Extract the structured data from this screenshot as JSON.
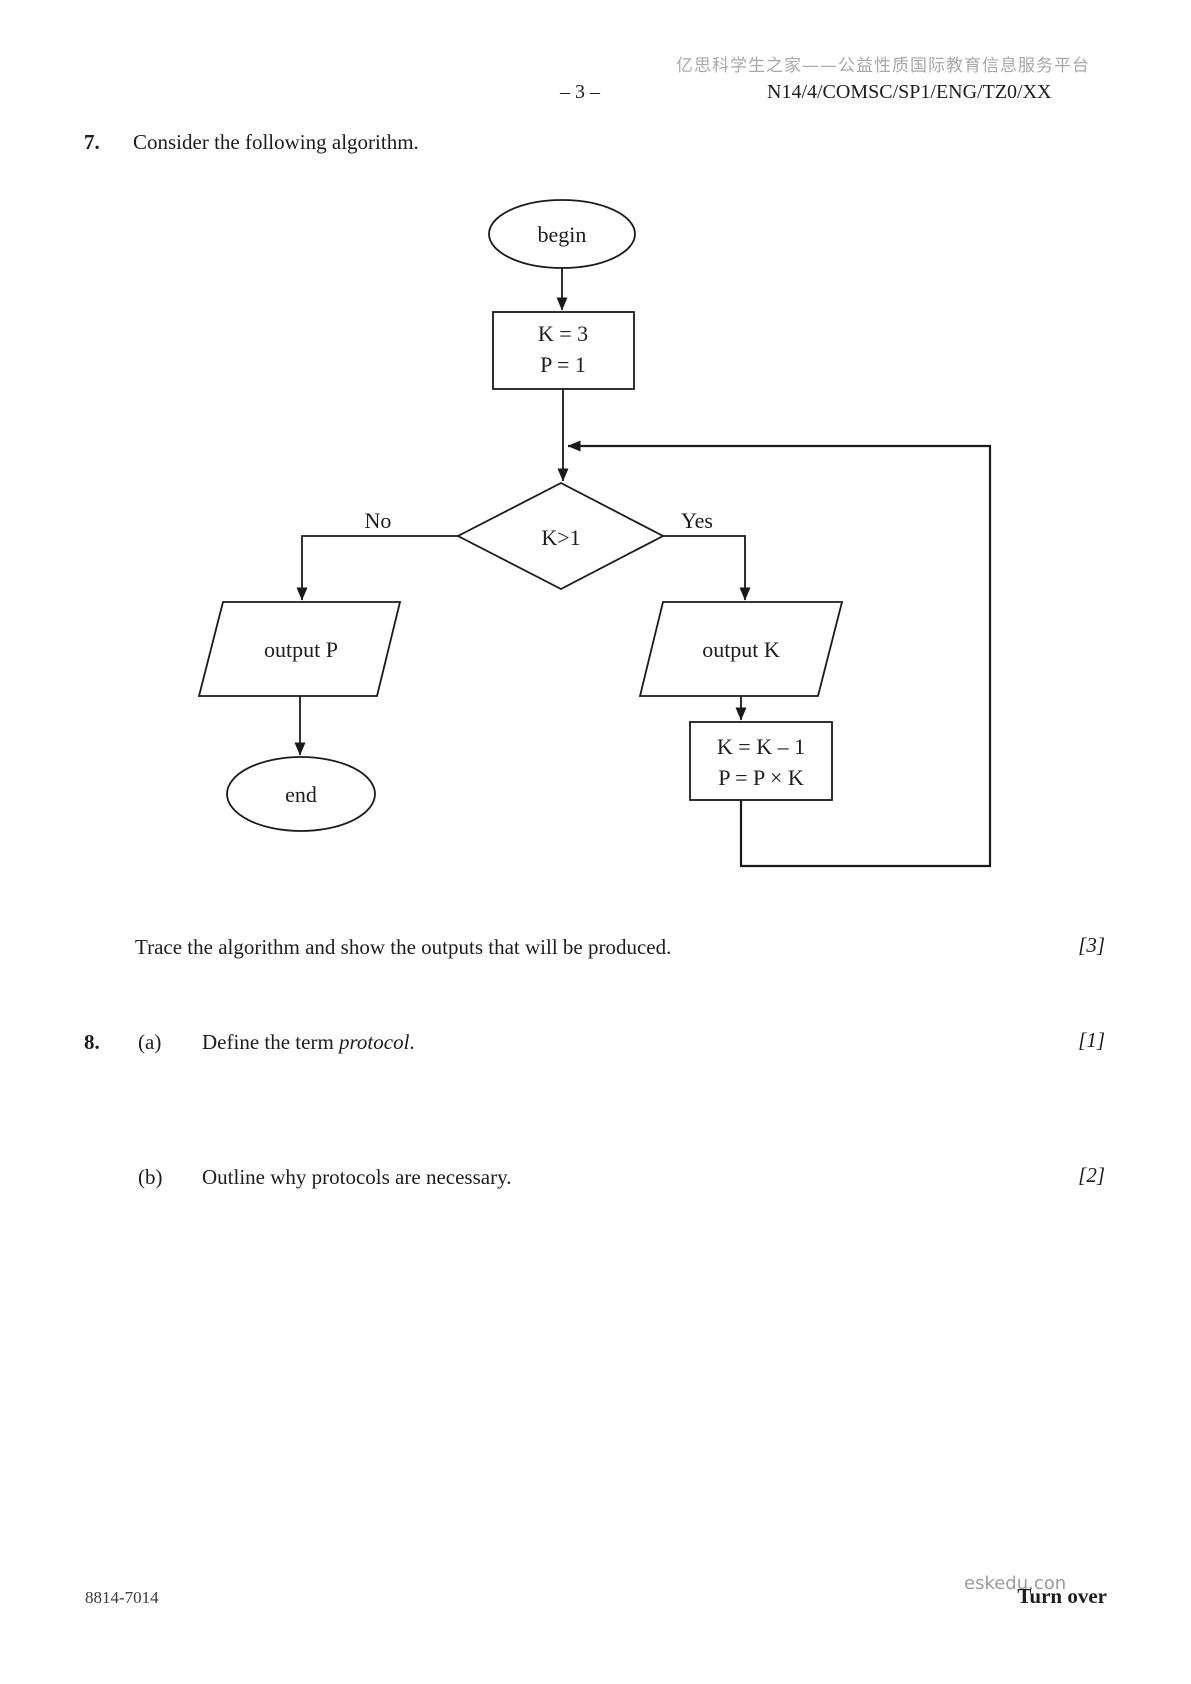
{
  "header": {
    "site_watermark": "亿思科学生之家——公益性质国际教育信息服务平台",
    "page_number": "– 3 –",
    "paper_code": "N14/4/COMSC/SP1/ENG/TZ0/XX"
  },
  "question7": {
    "number": "7.",
    "prompt": "Consider the following algorithm.",
    "trace_text": "Trace the algorithm and show the outputs that will be produced.",
    "trace_marks": "[3]"
  },
  "flowchart": {
    "begin": "begin",
    "init_line1": "K = 3",
    "init_line2": "P = 1",
    "decision": "K>1",
    "no": "No",
    "yes": "Yes",
    "output_p": "output P",
    "output_k": "output K",
    "update_line1": "K = K – 1",
    "update_line2": "P = P × K",
    "end": "end"
  },
  "question8": {
    "number": "8.",
    "part_a": {
      "letter": "(a)",
      "text_prefix": "Define the term ",
      "term_italic": "protocol",
      "text_suffix": ".",
      "marks": "[1]"
    },
    "part_b": {
      "letter": "(b)",
      "text": "Outline why protocols are necessary.",
      "marks": "[2]"
    }
  },
  "footer": {
    "doc_code": "8814-7014",
    "watermark": "eskedu.con",
    "turn_over": "Turn over"
  }
}
